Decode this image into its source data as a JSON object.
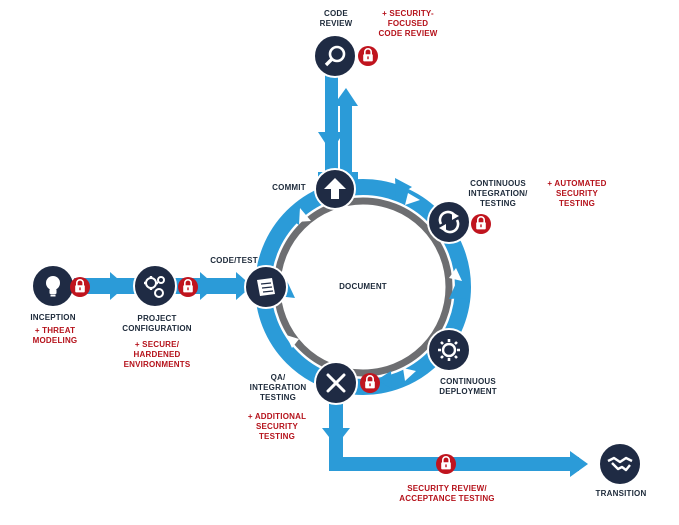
{
  "colors": {
    "flow_blue": "#2b9bd8",
    "node_navy": "#1f2b44",
    "lock_red": "#c0141e",
    "ring_gray": "#6d6e71",
    "label_navy": "#1d2a3a",
    "label_red": "#b5121b"
  },
  "center": {
    "label": "DOCUMENT"
  },
  "stages": {
    "inception": {
      "label": "INCEPTION",
      "icon": "lightbulb-icon",
      "security": "+ THREAT\nMODELING"
    },
    "project_configuration": {
      "label": "PROJECT\nCONFIGURATION",
      "icon": "gears-icon",
      "security": "+ SECURE/\nHARDENED\nENVIRONMENTS"
    },
    "code_test": {
      "label": "CODE/TEST",
      "icon": "document-scroll-icon"
    },
    "commit": {
      "label": "COMMIT",
      "icon": "upload-arrow-icon"
    },
    "code_review": {
      "label": "CODE\nREVIEW",
      "icon": "magnifier-icon",
      "security": "+ SECURITY-FOCUSED\nCODE REVIEW"
    },
    "continuous_integration": {
      "label": "CONTINUOUS\nINTEGRATION/\nTESTING",
      "icon": "sync-arrows-icon",
      "security": "+ AUTOMATED\nSECURITY\nTESTING"
    },
    "continuous_deployment": {
      "label": "CONTINUOUS\nDEPLOYMENT",
      "icon": "gear-cycle-icon"
    },
    "qa_integration": {
      "label": "QA/\nINTEGRATION\nTESTING",
      "icon": "tools-icon",
      "security": "+ ADDITIONAL\nSECURITY\nTESTING"
    },
    "security_review": {
      "label": "SECURITY REVIEW/\nACCEPTANCE TESTING",
      "icon": "lock-icon"
    },
    "transition": {
      "label": "TRANSITION",
      "icon": "handshake-icon"
    }
  }
}
